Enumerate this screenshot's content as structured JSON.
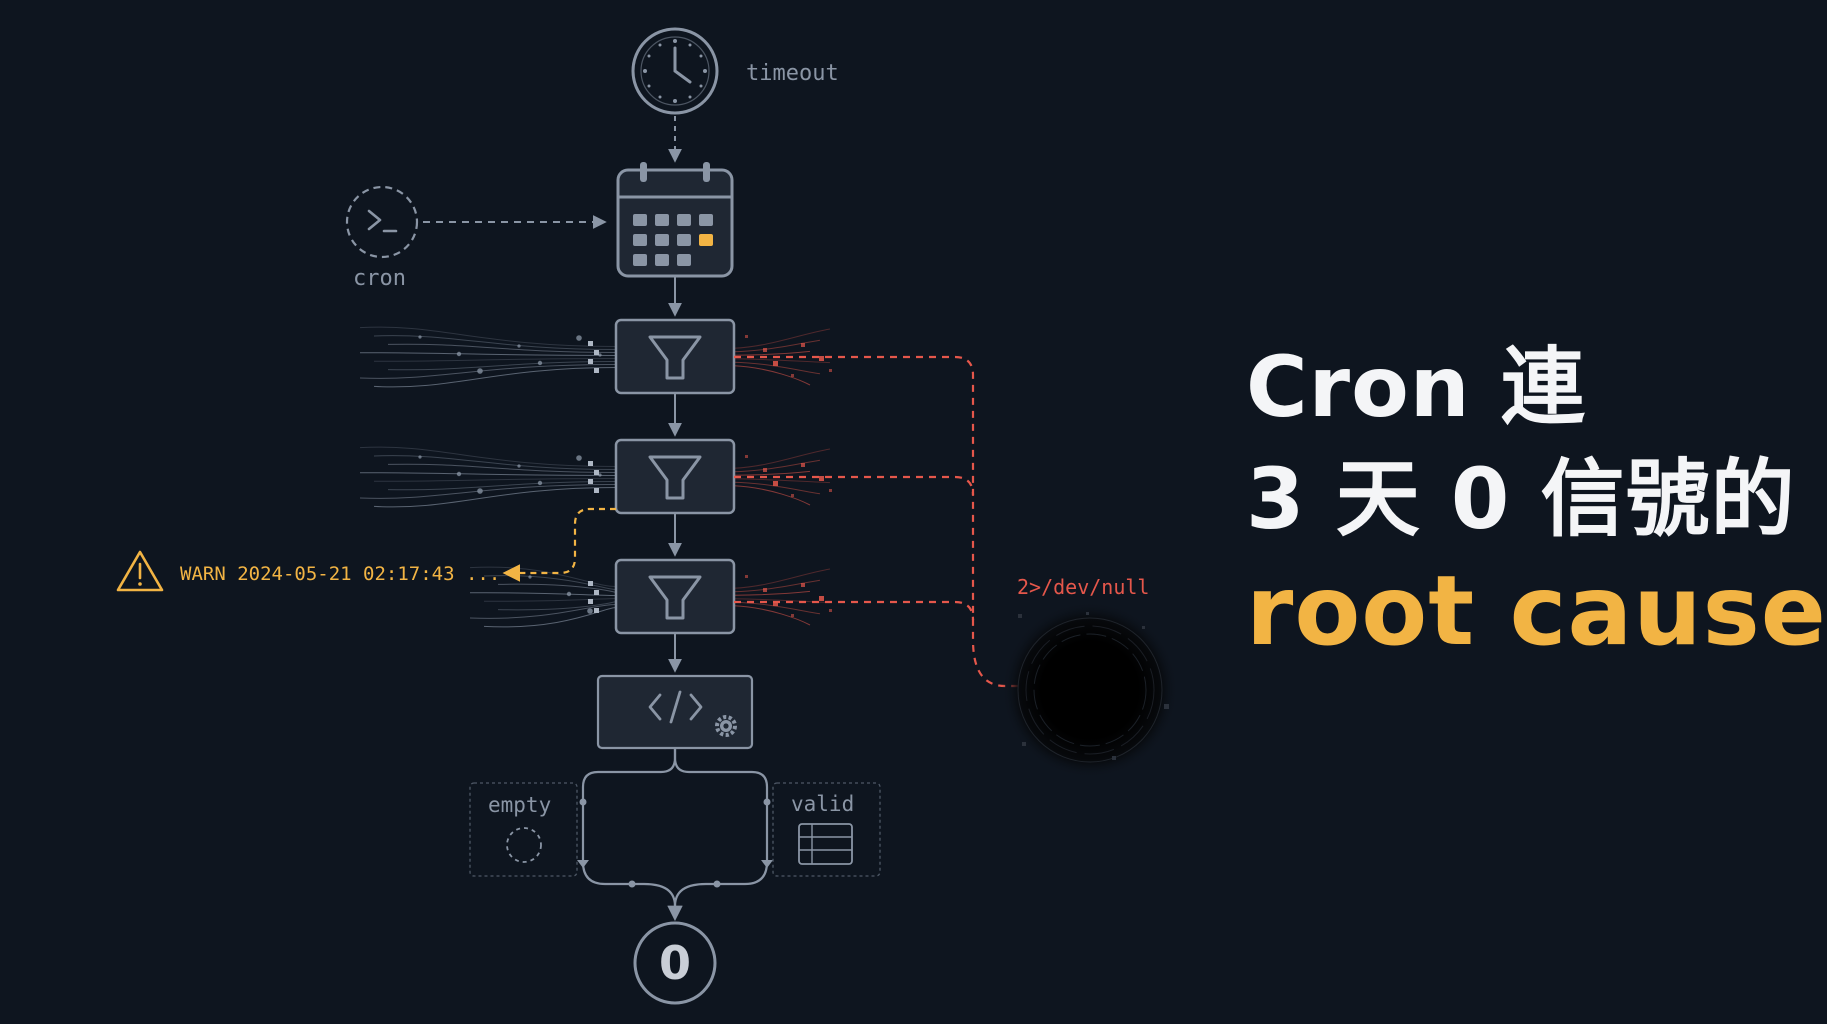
{
  "colors": {
    "background": "#0e151f",
    "stroke": "#8a95a5",
    "node_fill": "#1f2733",
    "warn": "#f2b444",
    "error": "#e5574b",
    "headline": "#f4f5f7",
    "accent": "#f2b444"
  },
  "diagram": {
    "timeout_label": "timeout",
    "cron_label": "cron",
    "warn_text": "WARN 2024-05-21 02:17:43 ...",
    "devnull_label": "2>/dev/null",
    "empty_label": "empty",
    "valid_label": "valid",
    "result_value": "0",
    "icons": {
      "timeout": "clock-icon",
      "cron": "terminal-icon",
      "schedule": "calendar-icon",
      "filter": "funnel-icon",
      "parser": "code-icon",
      "settings": "gear-icon",
      "warning": "warning-icon",
      "sink": "black-hole-icon",
      "valid": "table-icon"
    }
  },
  "headline": {
    "line1": "Cron 連",
    "line2": "3 天 0 信號的",
    "line3": "root cause"
  }
}
